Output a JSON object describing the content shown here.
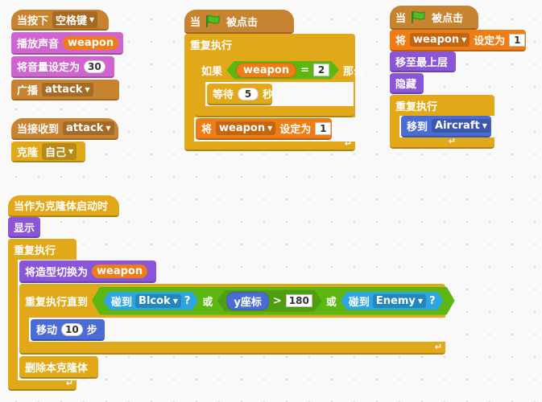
{
  "colors": {
    "control": "#e1a91a",
    "events": "#c88330",
    "sound": "#cf63cf",
    "looks": "#8a55d7",
    "motion": "#4a6cd4",
    "data": "#ee7d16",
    "sensing": "#2ca5e2",
    "operators": "#5cb712"
  },
  "script1": {
    "when_key_pressed": "当按下",
    "key": "空格键",
    "play_sound": "播放声音",
    "sound": "weapon",
    "set_volume": "将音量设定为",
    "volume": "30",
    "broadcast": "广播",
    "message": "attack"
  },
  "script2": {
    "when_receive": "当接收到",
    "message": "attack",
    "clone": "克隆",
    "clone_target": "自己"
  },
  "script3": {
    "when": "当",
    "clicked": "被点击",
    "forever": "重复执行",
    "if": "如果",
    "var": "weapon",
    "equals": "=",
    "value": "2",
    "then": "那么",
    "wait": "等待",
    "wait_secs": "5",
    "secs": "秒",
    "set": "将",
    "set_var": "weapon",
    "set_to": "设定为",
    "set_value": "1"
  },
  "script4": {
    "when": "当",
    "clicked": "被点击",
    "set": "将",
    "set_var": "weapon",
    "set_to": "设定为",
    "set_value": "1",
    "go_front": "移至最上层",
    "hide": "隐藏",
    "forever": "重复执行",
    "goto": "移到",
    "goto_target": "Aircraft"
  },
  "script5": {
    "when_clone": "当作为克隆体启动时",
    "show": "显示",
    "forever": "重复执行",
    "switch_costume": "将造型切换为",
    "costume": "weapon",
    "repeat_until": "重复执行直到",
    "touching1": "碰到",
    "touch1_target": "Blcok",
    "q1": "?",
    "or1": "或",
    "y_pos": "y座标",
    "gt": ">",
    "gt_value": "180",
    "or2": "或",
    "touching2": "碰到",
    "touch2_target": "Enemy",
    "q2": "?",
    "move": "移动",
    "steps_value": "10",
    "steps": "步",
    "delete_clone": "删除本克隆体"
  }
}
